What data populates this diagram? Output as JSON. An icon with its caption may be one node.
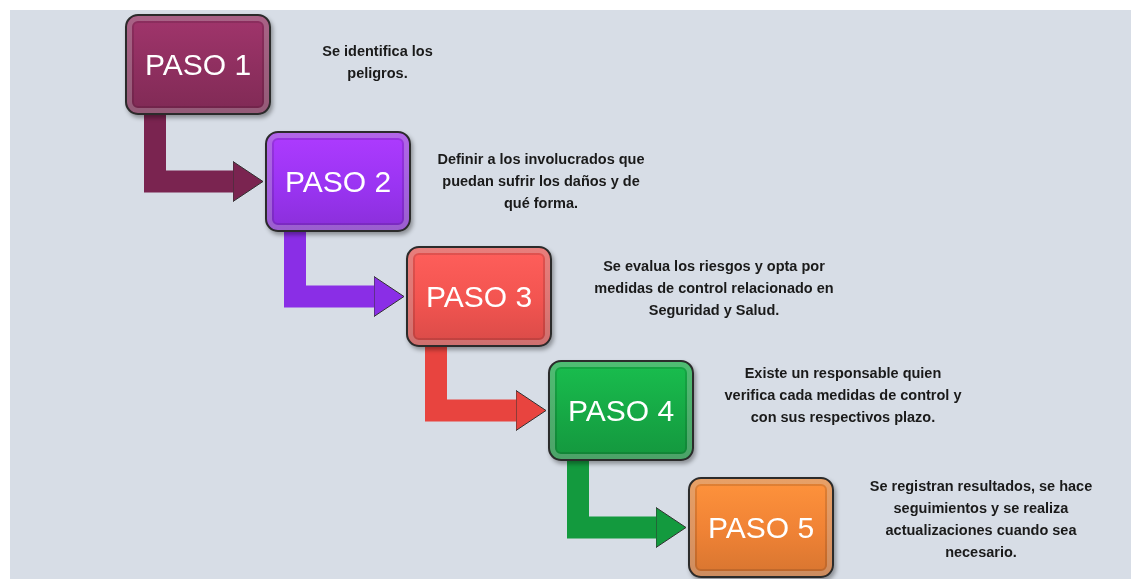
{
  "diagram": {
    "nodes": [
      {
        "text": [
          "PASO 1"
        ],
        "beside": [
          "Se identifica los peligros."
        ]
      },
      {
        "text": [
          "PASO 2"
        ],
        "beside": [
          "Definir a los involucrados que puedan sufrir los daños y de qué forma."
        ]
      },
      {
        "text": [
          "PASO 3"
        ],
        "beside": [
          "Se evalua los riesgos y opta por medidas de control relacionado en Seguridad y Salud."
        ]
      },
      {
        "text": [
          "PASO 4"
        ],
        "beside": [
          "Existe un responsable quien verifica cada medidas de control y con sus respectivos plazo."
        ]
      },
      {
        "text": [
          "PASO 5"
        ],
        "beside": [
          "Se registran resultados, se hace seguimientos y se realiza actualizaciones cuando sea necesario."
        ]
      }
    ],
    "edges": [
      {
        "from": 0,
        "to": 1,
        "arrow": "to",
        "color": "#7a2450"
      },
      {
        "from": 1,
        "to": 2,
        "arrow": "to",
        "color": "#8a2ee6"
      },
      {
        "from": 2,
        "to": 3,
        "arrow": "to",
        "color": "#e8443f"
      },
      {
        "from": 3,
        "to": 4,
        "arrow": "to",
        "color": "#139a3e"
      }
    ]
  }
}
